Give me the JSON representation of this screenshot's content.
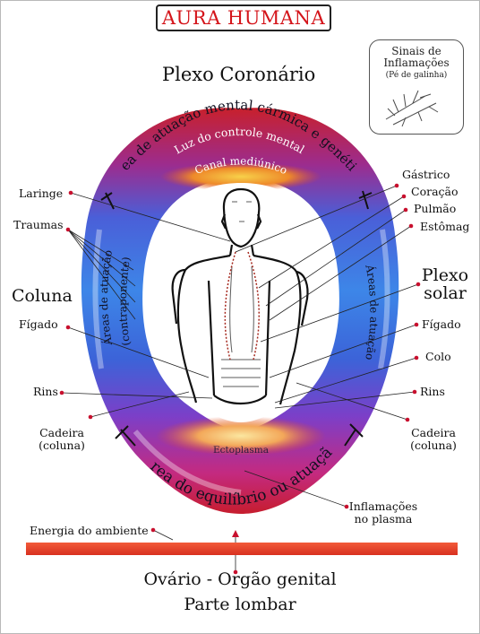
{
  "title": "AURA HUMANA",
  "top_label": "Plexo Coronário",
  "legend": {
    "line1": "Sinais de",
    "line2": "Inflamações",
    "line3": "(Pé de galinha)"
  },
  "arc_texts": {
    "outer_top": "Área de atuação mental cármica e genética",
    "middle_top": "Luz do controle mental",
    "inner_top": "Canal mediúnico",
    "bottom_inner": "Ectoplasma",
    "bottom_outer": "Área do equilíbrio ou atuação",
    "left_band": "Áreas de atuação",
    "left_band_sub": "(contraponente)",
    "right_band": "Áreas de atuação"
  },
  "left_labels": {
    "laringe": "Laringe",
    "traumas": "Traumas",
    "coluna": "Coluna",
    "figado": "Fígado",
    "rins": "Rins",
    "cadeira_1": "Cadeira",
    "cadeira_2": "(coluna)"
  },
  "right_labels": {
    "gastrico": "Gástrico",
    "coracao": "Coração",
    "pulmao": "Pulmão",
    "estomago": "Estômag",
    "plexo_1": "Plexo",
    "plexo_2": "solar",
    "figado": "Fígado",
    "colo": "Colo",
    "rins": "Rins",
    "cadeira_1": "Cadeira",
    "cadeira_2": "(coluna)"
  },
  "inflamacoes": {
    "line1": "Inflamações",
    "line2": "no plasma"
  },
  "energia": "Energia do ambiente",
  "bottom": {
    "line1": "Ovário - Orgão genital",
    "line2": "Parte lombar"
  },
  "colors": {
    "title_red": "#d4141a",
    "bar_red": "#e8402f",
    "dot_red": "#c8102e",
    "band_blue": "#2f6fe0",
    "band_red": "#d21f30",
    "band_violet": "#8a3fc9"
  }
}
